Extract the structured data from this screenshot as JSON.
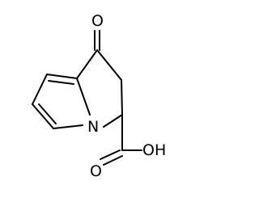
{
  "molecule": {
    "atoms": {
      "ketone_oxygen": "O",
      "nitrogen": "N",
      "carbonyl_oxygen": "O",
      "hydroxyl": "OH"
    },
    "colors": {
      "bond": "#000000",
      "text": "#000000",
      "background": "#ffffff"
    }
  }
}
